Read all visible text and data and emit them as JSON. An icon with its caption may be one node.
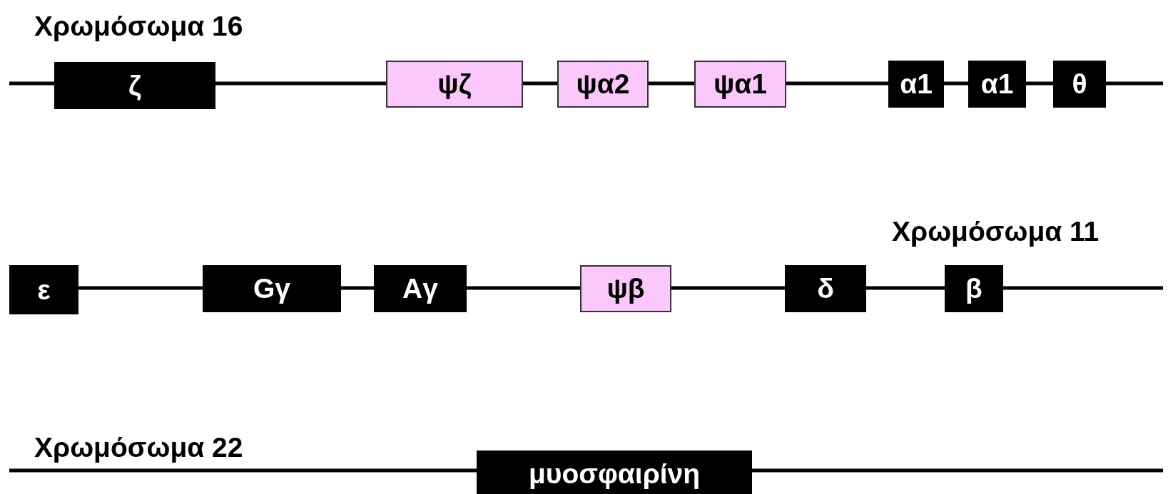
{
  "diagram": {
    "nodes": [
      {
        "text": [
          "ζ"
        ]
      },
      {
        "text": [
          "ψζ"
        ]
      },
      {
        "text": [
          "ψα2"
        ]
      },
      {
        "text": [
          "ψα1"
        ]
      },
      {
        "text": [
          "α1"
        ]
      },
      {
        "text": [
          "α1"
        ]
      },
      {
        "text": [
          "θ"
        ]
      },
      {
        "text": [
          "ε"
        ]
      },
      {
        "text": [
          "Gγ"
        ]
      },
      {
        "text": [
          "Aγ"
        ]
      },
      {
        "text": [
          "ψβ"
        ]
      },
      {
        "text": [
          "δ"
        ]
      },
      {
        "text": [
          "β"
        ]
      },
      {
        "text": [
          "μυοσφαιρίνη"
        ]
      }
    ],
    "edges": [
      {
        "from": null,
        "to": 0,
        "arrow": "none"
      },
      {
        "from": 0,
        "to": 1,
        "arrow": "none"
      },
      {
        "from": 1,
        "to": 2,
        "arrow": "none"
      },
      {
        "from": 2,
        "to": 3,
        "arrow": "none"
      },
      {
        "from": 3,
        "to": 4,
        "arrow": "none"
      },
      {
        "from": 4,
        "to": 5,
        "arrow": "none"
      },
      {
        "from": 5,
        "to": 6,
        "arrow": "none"
      },
      {
        "from": 6,
        "to": null,
        "arrow": "none"
      },
      {
        "from": 7,
        "to": 8,
        "arrow": "none"
      },
      {
        "from": 8,
        "to": 9,
        "arrow": "none"
      },
      {
        "from": 9,
        "to": 10,
        "arrow": "none"
      },
      {
        "from": 10,
        "to": 11,
        "arrow": "none"
      },
      {
        "from": 11,
        "to": 12,
        "arrow": "none"
      },
      {
        "from": 12,
        "to": null,
        "arrow": "none"
      },
      {
        "from": null,
        "to": 13,
        "arrow": "none"
      },
      {
        "from": 13,
        "to": null,
        "arrow": "none"
      }
    ],
    "labels": [
      "Χρωμόσωμα 16",
      "Χρωμόσωμα 11",
      "Χρωμόσωμα 22"
    ]
  }
}
